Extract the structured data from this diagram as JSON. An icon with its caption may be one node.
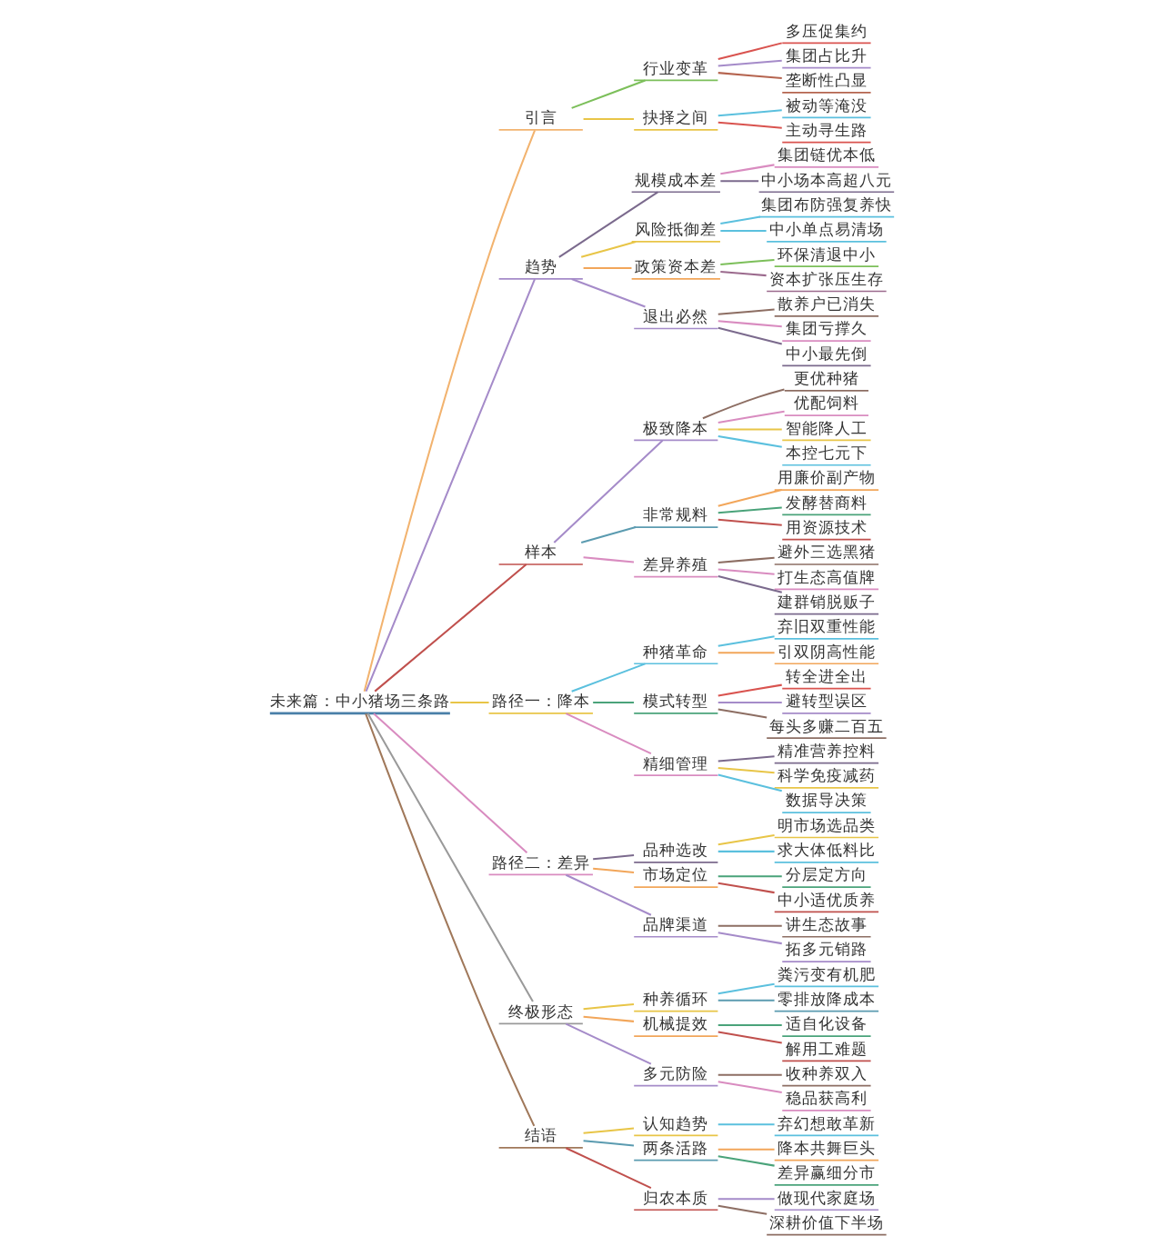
{
  "diagram": {
    "nodes": [
      {
        "text": [
          "未来篇：中小猪场三条路"
        ]
      },
      {
        "text": [
          "引言"
        ]
      },
      {
        "text": [
          "行业变革"
        ]
      },
      {
        "text": [
          "多压促集约"
        ]
      },
      {
        "text": [
          "集团占比升"
        ]
      },
      {
        "text": [
          "垄断性凸显"
        ]
      },
      {
        "text": [
          "抉择之间"
        ]
      },
      {
        "text": [
          "被动等淹没"
        ]
      },
      {
        "text": [
          "主动寻生路"
        ]
      },
      {
        "text": [
          "趋势"
        ]
      },
      {
        "text": [
          "规模成本差"
        ]
      },
      {
        "text": [
          "集团链优本低"
        ]
      },
      {
        "text": [
          "中小场本高超八元"
        ]
      },
      {
        "text": [
          "风险抵御差"
        ]
      },
      {
        "text": [
          "集团布防强复养快"
        ]
      },
      {
        "text": [
          "中小单点易清场"
        ]
      },
      {
        "text": [
          "政策资本差"
        ]
      },
      {
        "text": [
          "环保清退中小"
        ]
      },
      {
        "text": [
          "资本扩张压生存"
        ]
      },
      {
        "text": [
          "退出必然"
        ]
      },
      {
        "text": [
          "散养户已消失"
        ]
      },
      {
        "text": [
          "集团亏撑久"
        ]
      },
      {
        "text": [
          "中小最先倒"
        ]
      },
      {
        "text": [
          "样本"
        ]
      },
      {
        "text": [
          "极致降本"
        ]
      },
      {
        "text": [
          "更优种猪"
        ]
      },
      {
        "text": [
          "优配饲料"
        ]
      },
      {
        "text": [
          "智能降人工"
        ]
      },
      {
        "text": [
          "本控七元下"
        ]
      },
      {
        "text": [
          "非常规料"
        ]
      },
      {
        "text": [
          "用廉价副产物"
        ]
      },
      {
        "text": [
          "发酵替商料"
        ]
      },
      {
        "text": [
          "用资源技术"
        ]
      },
      {
        "text": [
          "差异养殖"
        ]
      },
      {
        "text": [
          "避外三选黑猪"
        ]
      },
      {
        "text": [
          "打生态高值牌"
        ]
      },
      {
        "text": [
          "建群销脱贩子"
        ]
      },
      {
        "text": [
          "路径一：降本"
        ]
      },
      {
        "text": [
          "种猪革命"
        ]
      },
      {
        "text": [
          "弃旧双重性能"
        ]
      },
      {
        "text": [
          "引双阴高性能"
        ]
      },
      {
        "text": [
          "模式转型"
        ]
      },
      {
        "text": [
          "转全进全出"
        ]
      },
      {
        "text": [
          "避转型误区"
        ]
      },
      {
        "text": [
          "每头多赚二百五"
        ]
      },
      {
        "text": [
          "精细管理"
        ]
      },
      {
        "text": [
          "精准营养控料"
        ]
      },
      {
        "text": [
          "科学免疫减药"
        ]
      },
      {
        "text": [
          "数据导决策"
        ]
      },
      {
        "text": [
          "路径二：差异"
        ]
      },
      {
        "text": [
          "品种选改"
        ]
      },
      {
        "text": [
          "明市场选品类"
        ]
      },
      {
        "text": [
          "求大体低料比"
        ]
      },
      {
        "text": [
          "市场定位"
        ]
      },
      {
        "text": [
          "分层定方向"
        ]
      },
      {
        "text": [
          "中小适优质养"
        ]
      },
      {
        "text": [
          "品牌渠道"
        ]
      },
      {
        "text": [
          "讲生态故事"
        ]
      },
      {
        "text": [
          "拓多元销路"
        ]
      },
      {
        "text": [
          "终极形态"
        ]
      },
      {
        "text": [
          "种养循环"
        ]
      },
      {
        "text": [
          "粪污变有机肥"
        ]
      },
      {
        "text": [
          "零排放降成本"
        ]
      },
      {
        "text": [
          "机械提效"
        ]
      },
      {
        "text": [
          "适自化设备"
        ]
      },
      {
        "text": [
          "解用工难题"
        ]
      },
      {
        "text": [
          "多元防险"
        ]
      },
      {
        "text": [
          "收种养双入"
        ]
      },
      {
        "text": [
          "稳品获高利"
        ]
      },
      {
        "text": [
          "结语"
        ]
      },
      {
        "text": [
          "认知趋势"
        ]
      },
      {
        "text": [
          "弃幻想敢革新"
        ]
      },
      {
        "text": [
          "两条活路"
        ]
      },
      {
        "text": [
          "降本共舞巨头"
        ]
      },
      {
        "text": [
          "差异赢细分市"
        ]
      },
      {
        "text": [
          "归农本质"
        ]
      },
      {
        "text": [
          "做现代家庭场"
        ]
      },
      {
        "text": [
          "深耕价值下半场"
        ]
      }
    ],
    "edges": [
      {
        "from": 0,
        "to": 1,
        "arrow": "none",
        "color": "#f2b36f"
      },
      {
        "from": 1,
        "to": 2,
        "arrow": "none",
        "color": "#7cbf5a"
      },
      {
        "from": 2,
        "to": 3,
        "arrow": "none",
        "color": "#d9534f"
      },
      {
        "from": 2,
        "to": 4,
        "arrow": "none",
        "color": "#a58bc9"
      },
      {
        "from": 2,
        "to": 5,
        "arrow": "none",
        "color": "#b5644f"
      },
      {
        "from": 1,
        "to": 6,
        "arrow": "none",
        "color": "#e8c547"
      },
      {
        "from": 6,
        "to": 7,
        "arrow": "none",
        "color": "#5bc0de"
      },
      {
        "from": 6,
        "to": 8,
        "arrow": "none",
        "color": "#d9534f"
      },
      {
        "from": 0,
        "to": 9,
        "arrow": "none",
        "color": "#a58bc9"
      },
      {
        "from": 9,
        "to": 10,
        "arrow": "none",
        "color": "#7b6a8d"
      },
      {
        "from": 10,
        "to": 11,
        "arrow": "none",
        "color": "#d98cc0"
      },
      {
        "from": 10,
        "to": 12,
        "arrow": "none",
        "color": "#7b6a8d"
      },
      {
        "from": 9,
        "to": 13,
        "arrow": "none",
        "color": "#e8c547"
      },
      {
        "from": 13,
        "to": 14,
        "arrow": "none",
        "color": "#5bc0de"
      },
      {
        "from": 13,
        "to": 15,
        "arrow": "none",
        "color": "#5bc0de"
      },
      {
        "from": 9,
        "to": 16,
        "arrow": "none",
        "color": "#f2a65a"
      },
      {
        "from": 16,
        "to": 17,
        "arrow": "none",
        "color": "#7cbf5a"
      },
      {
        "from": 16,
        "to": 18,
        "arrow": "none",
        "color": "#9b6a8d"
      },
      {
        "from": 9,
        "to": 19,
        "arrow": "none",
        "color": "#a58bc9"
      },
      {
        "from": 19,
        "to": 20,
        "arrow": "none",
        "color": "#8d6e63"
      },
      {
        "from": 19,
        "to": 21,
        "arrow": "none",
        "color": "#d98cc0"
      },
      {
        "from": 19,
        "to": 22,
        "arrow": "none",
        "color": "#7b6a8d"
      },
      {
        "from": 0,
        "to": 23,
        "arrow": "none",
        "color": "#c0504d"
      },
      {
        "from": 23,
        "to": 24,
        "arrow": "none",
        "color": "#a58bc9"
      },
      {
        "from": 24,
        "to": 25,
        "arrow": "none",
        "color": "#8d6e63"
      },
      {
        "from": 24,
        "to": 26,
        "arrow": "none",
        "color": "#d98cc0"
      },
      {
        "from": 24,
        "to": 27,
        "arrow": "none",
        "color": "#e8c547"
      },
      {
        "from": 24,
        "to": 28,
        "arrow": "none",
        "color": "#5bc0de"
      },
      {
        "from": 23,
        "to": 29,
        "arrow": "none",
        "color": "#5b9bb0"
      },
      {
        "from": 29,
        "to": 30,
        "arrow": "none",
        "color": "#f2a65a"
      },
      {
        "from": 29,
        "to": 31,
        "arrow": "none",
        "color": "#4aa37a"
      },
      {
        "from": 29,
        "to": 32,
        "arrow": "none",
        "color": "#c0504d"
      },
      {
        "from": 23,
        "to": 33,
        "arrow": "none",
        "color": "#d98cc0"
      },
      {
        "from": 33,
        "to": 34,
        "arrow": "none",
        "color": "#8d6e63"
      },
      {
        "from": 33,
        "to": 35,
        "arrow": "none",
        "color": "#d98cc0"
      },
      {
        "from": 33,
        "to": 36,
        "arrow": "none",
        "color": "#7b6a8d"
      },
      {
        "from": 0,
        "to": 37,
        "arrow": "none",
        "color": "#e8c547"
      },
      {
        "from": 37,
        "to": 38,
        "arrow": "none",
        "color": "#5bc0de"
      },
      {
        "from": 38,
        "to": 39,
        "arrow": "none",
        "color": "#5bc0de"
      },
      {
        "from": 38,
        "to": 40,
        "arrow": "none",
        "color": "#f2a65a"
      },
      {
        "from": 37,
        "to": 41,
        "arrow": "none",
        "color": "#4aa37a"
      },
      {
        "from": 41,
        "to": 42,
        "arrow": "none",
        "color": "#d9534f"
      },
      {
        "from": 41,
        "to": 43,
        "arrow": "none",
        "color": "#a58bc9"
      },
      {
        "from": 41,
        "to": 44,
        "arrow": "none",
        "color": "#8d6e63"
      },
      {
        "from": 37,
        "to": 45,
        "arrow": "none",
        "color": "#d98cc0"
      },
      {
        "from": 45,
        "to": 46,
        "arrow": "none",
        "color": "#7b6a8d"
      },
      {
        "from": 45,
        "to": 47,
        "arrow": "none",
        "color": "#e8c547"
      },
      {
        "from": 45,
        "to": 48,
        "arrow": "none",
        "color": "#5bc0de"
      },
      {
        "from": 0,
        "to": 49,
        "arrow": "none",
        "color": "#d98cc0"
      },
      {
        "from": 49,
        "to": 50,
        "arrow": "none",
        "color": "#7b6a8d"
      },
      {
        "from": 50,
        "to": 51,
        "arrow": "none",
        "color": "#e8c547"
      },
      {
        "from": 50,
        "to": 52,
        "arrow": "none",
        "color": "#5bc0de"
      },
      {
        "from": 49,
        "to": 53,
        "arrow": "none",
        "color": "#f2a65a"
      },
      {
        "from": 53,
        "to": 54,
        "arrow": "none",
        "color": "#4aa37a"
      },
      {
        "from": 53,
        "to": 55,
        "arrow": "none",
        "color": "#c0504d"
      },
      {
        "from": 49,
        "to": 56,
        "arrow": "none",
        "color": "#a58bc9"
      },
      {
        "from": 56,
        "to": 57,
        "arrow": "none",
        "color": "#8d6e63"
      },
      {
        "from": 56,
        "to": 58,
        "arrow": "none",
        "color": "#a58bc9"
      },
      {
        "from": 0,
        "to": 59,
        "arrow": "none",
        "color": "#9a9a9a"
      },
      {
        "from": 59,
        "to": 60,
        "arrow": "none",
        "color": "#e8c547"
      },
      {
        "from": 60,
        "to": 61,
        "arrow": "none",
        "color": "#5bc0de"
      },
      {
        "from": 60,
        "to": 62,
        "arrow": "none",
        "color": "#5b9bb0"
      },
      {
        "from": 59,
        "to": 63,
        "arrow": "none",
        "color": "#f2a65a"
      },
      {
        "from": 63,
        "to": 64,
        "arrow": "none",
        "color": "#4aa37a"
      },
      {
        "from": 63,
        "to": 65,
        "arrow": "none",
        "color": "#c0504d"
      },
      {
        "from": 59,
        "to": 66,
        "arrow": "none",
        "color": "#a58bc9"
      },
      {
        "from": 66,
        "to": 67,
        "arrow": "none",
        "color": "#8d6e63"
      },
      {
        "from": 66,
        "to": 68,
        "arrow": "none",
        "color": "#d98cc0"
      },
      {
        "from": 0,
        "to": 69,
        "arrow": "none",
        "color": "#a0785a"
      },
      {
        "from": 69,
        "to": 70,
        "arrow": "none",
        "color": "#e8c547"
      },
      {
        "from": 70,
        "to": 71,
        "arrow": "none",
        "color": "#5bc0de"
      },
      {
        "from": 69,
        "to": 72,
        "arrow": "none",
        "color": "#5b9bb0"
      },
      {
        "from": 72,
        "to": 73,
        "arrow": "none",
        "color": "#f2a65a"
      },
      {
        "from": 72,
        "to": 74,
        "arrow": "none",
        "color": "#4aa37a"
      },
      {
        "from": 69,
        "to": 75,
        "arrow": "none",
        "color": "#c0504d"
      },
      {
        "from": 75,
        "to": 76,
        "arrow": "none",
        "color": "#a58bc9"
      },
      {
        "from": 75,
        "to": 77,
        "arrow": "none",
        "color": "#8d6e63"
      }
    ]
  }
}
